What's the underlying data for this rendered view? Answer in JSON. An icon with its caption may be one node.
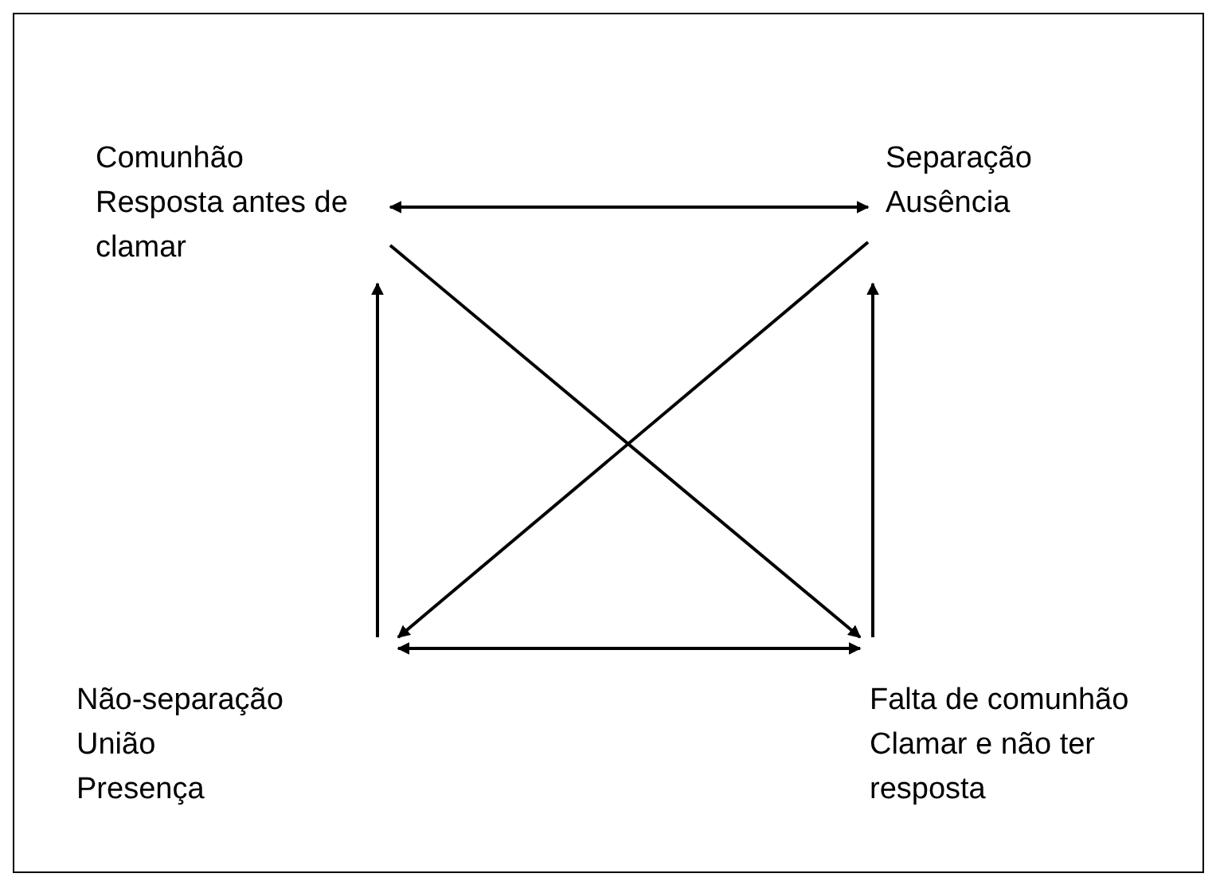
{
  "diagram": {
    "nodes": [
      {
        "text": [
          "Comunhão",
          "Resposta antes de clamar"
        ]
      },
      {
        "text": [
          "Separação",
          "Ausência"
        ]
      },
      {
        "text": [
          "Não-separação",
          "União",
          "Presença"
        ]
      },
      {
        "text": [
          "Falta de comunhão",
          "Clamar e não ter resposta"
        ]
      }
    ],
    "edges": [
      {
        "from": 0,
        "to": 1,
        "arrow": "both"
      },
      {
        "from": 2,
        "to": 3,
        "arrow": "both"
      },
      {
        "from": 2,
        "to": 0,
        "arrow": "to"
      },
      {
        "from": 3,
        "to": 1,
        "arrow": "to"
      },
      {
        "from": 0,
        "to": 3,
        "arrow": "to"
      },
      {
        "from": 1,
        "to": 2,
        "arrow": "to"
      }
    ]
  }
}
